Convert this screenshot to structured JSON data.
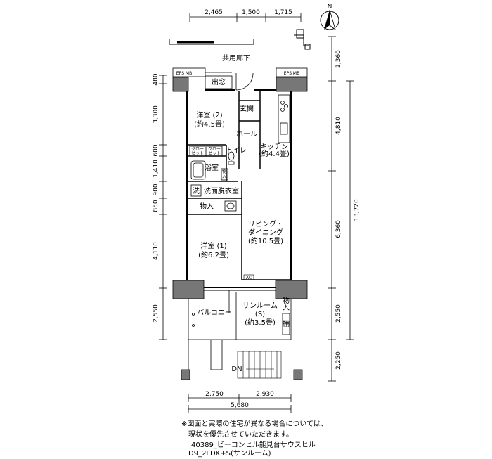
{
  "dimensions": {
    "top": [
      "2,465",
      "1,500",
      "1,715"
    ],
    "bottom": [
      "2,750",
      "2,930"
    ],
    "bottom_total": "5,680",
    "left": [
      "480",
      "3,300",
      "600",
      "1,410",
      "900",
      "850",
      "4,110",
      "2,550"
    ],
    "right": [
      "2,360",
      "4,810",
      "6,360",
      "2,550",
      "2,250"
    ],
    "right_total": "13,720"
  },
  "labels": {
    "corridor": "共用廊下",
    "eps_left": "EPS MB",
    "eps_right": "EPS MB",
    "window_bay": "出窓",
    "entrance": "玄関",
    "hall": "ホール",
    "bedroom2_name": "洋室 (2)",
    "bedroom2_size": "(約4.5畳)",
    "closet_a": "クロー\nゼット",
    "closet_b": "クロー\nゼット",
    "toilet": "トイレ",
    "kitchen_name": "キッチン",
    "kitchen_size": "(約4.4畳)",
    "bath": "浴室",
    "storage_small": "物\n入",
    "wash": "洗",
    "washroom": "洗面脱衣室",
    "storage": "物入",
    "living_name1": "リビング・",
    "living_name2": "ダイニング",
    "living_size": "(約10.5畳)",
    "bedroom1_name": "洋室 (1)",
    "bedroom1_size": "(約6.2畳)",
    "ac": "AC",
    "sunroom_name": "サンルーム",
    "sunroom_s": "(S)",
    "sunroom_size": "(約3.5畳)",
    "storage_sun": "物\n入",
    "shelf": "棚",
    "balcony": "バルコニー",
    "dn": "DN",
    "north": "N"
  },
  "notes": {
    "disclaimer_line1": "※図面と実際の住宅が異なる場合については、",
    "disclaimer_line2": "　現状を優先させていただきます。",
    "property": "40389_ビーコンヒル能見台サウスヒル",
    "plan_type": "D9_2LDK+S(サンルーム)"
  }
}
